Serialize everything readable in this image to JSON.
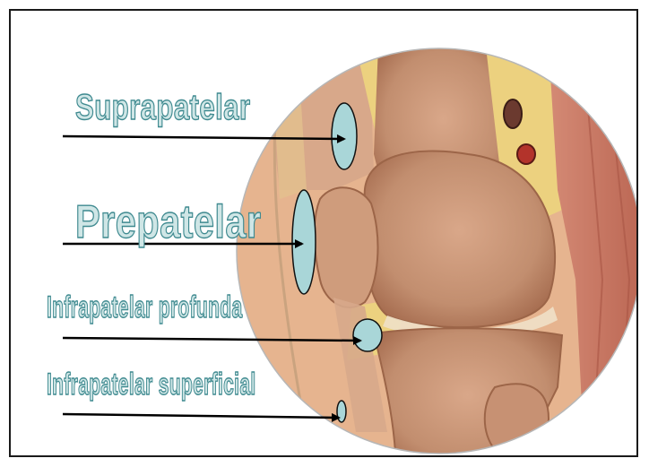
{
  "labels": {
    "suprapatelar": "Suprapatelar",
    "prepatelar": "Prepatelar",
    "infrapatelar_profunda": "Infrapatelar profunda",
    "infrapatelar_superficial": "Infrapatelar superficial"
  },
  "colors": {
    "bursa_fill": "#a9d6d8",
    "label_fill": "#cfe6e6",
    "label_outline": "#3f8a90",
    "bone": "#c99474",
    "muscle": "#c97966",
    "fat": "#e7c77a"
  },
  "icons": [
    "arrow-icon",
    "bursa-ellipse-icon"
  ]
}
